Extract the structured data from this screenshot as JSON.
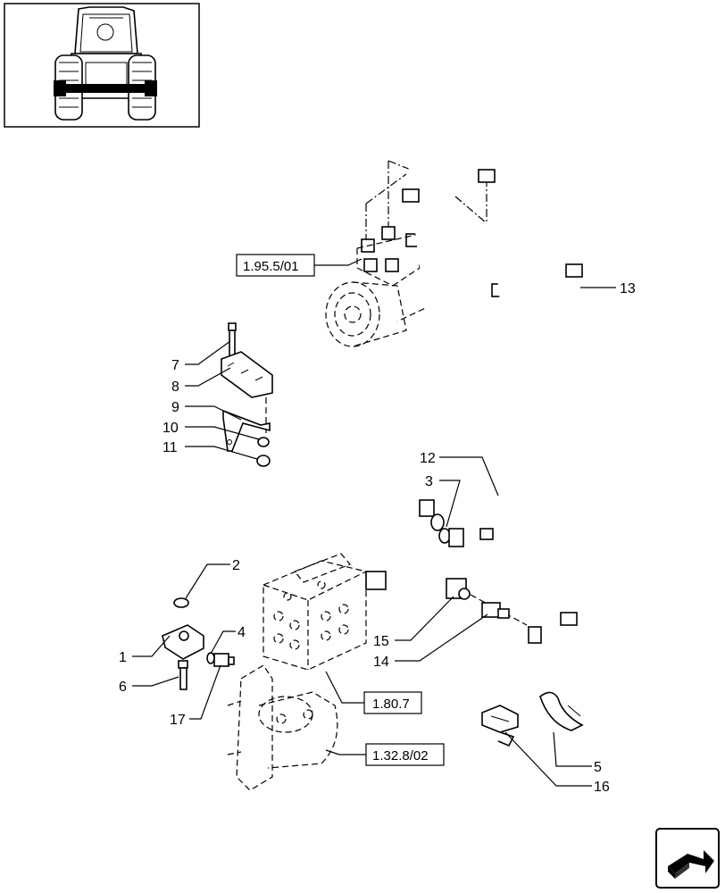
{
  "diagram": {
    "part_labels": [
      "1",
      "2",
      "3",
      "4",
      "5",
      "6",
      "7",
      "8",
      "9",
      "10",
      "11",
      "12",
      "13",
      "14",
      "15",
      "16",
      "17"
    ],
    "reference_boxes": [
      "1.95.5/01",
      "1.80.7",
      "1.32.8/02"
    ]
  },
  "thumbnail": {
    "icon": "tractor-rear-view-icon"
  },
  "nav": {
    "icon": "next-page-arrow-icon"
  }
}
